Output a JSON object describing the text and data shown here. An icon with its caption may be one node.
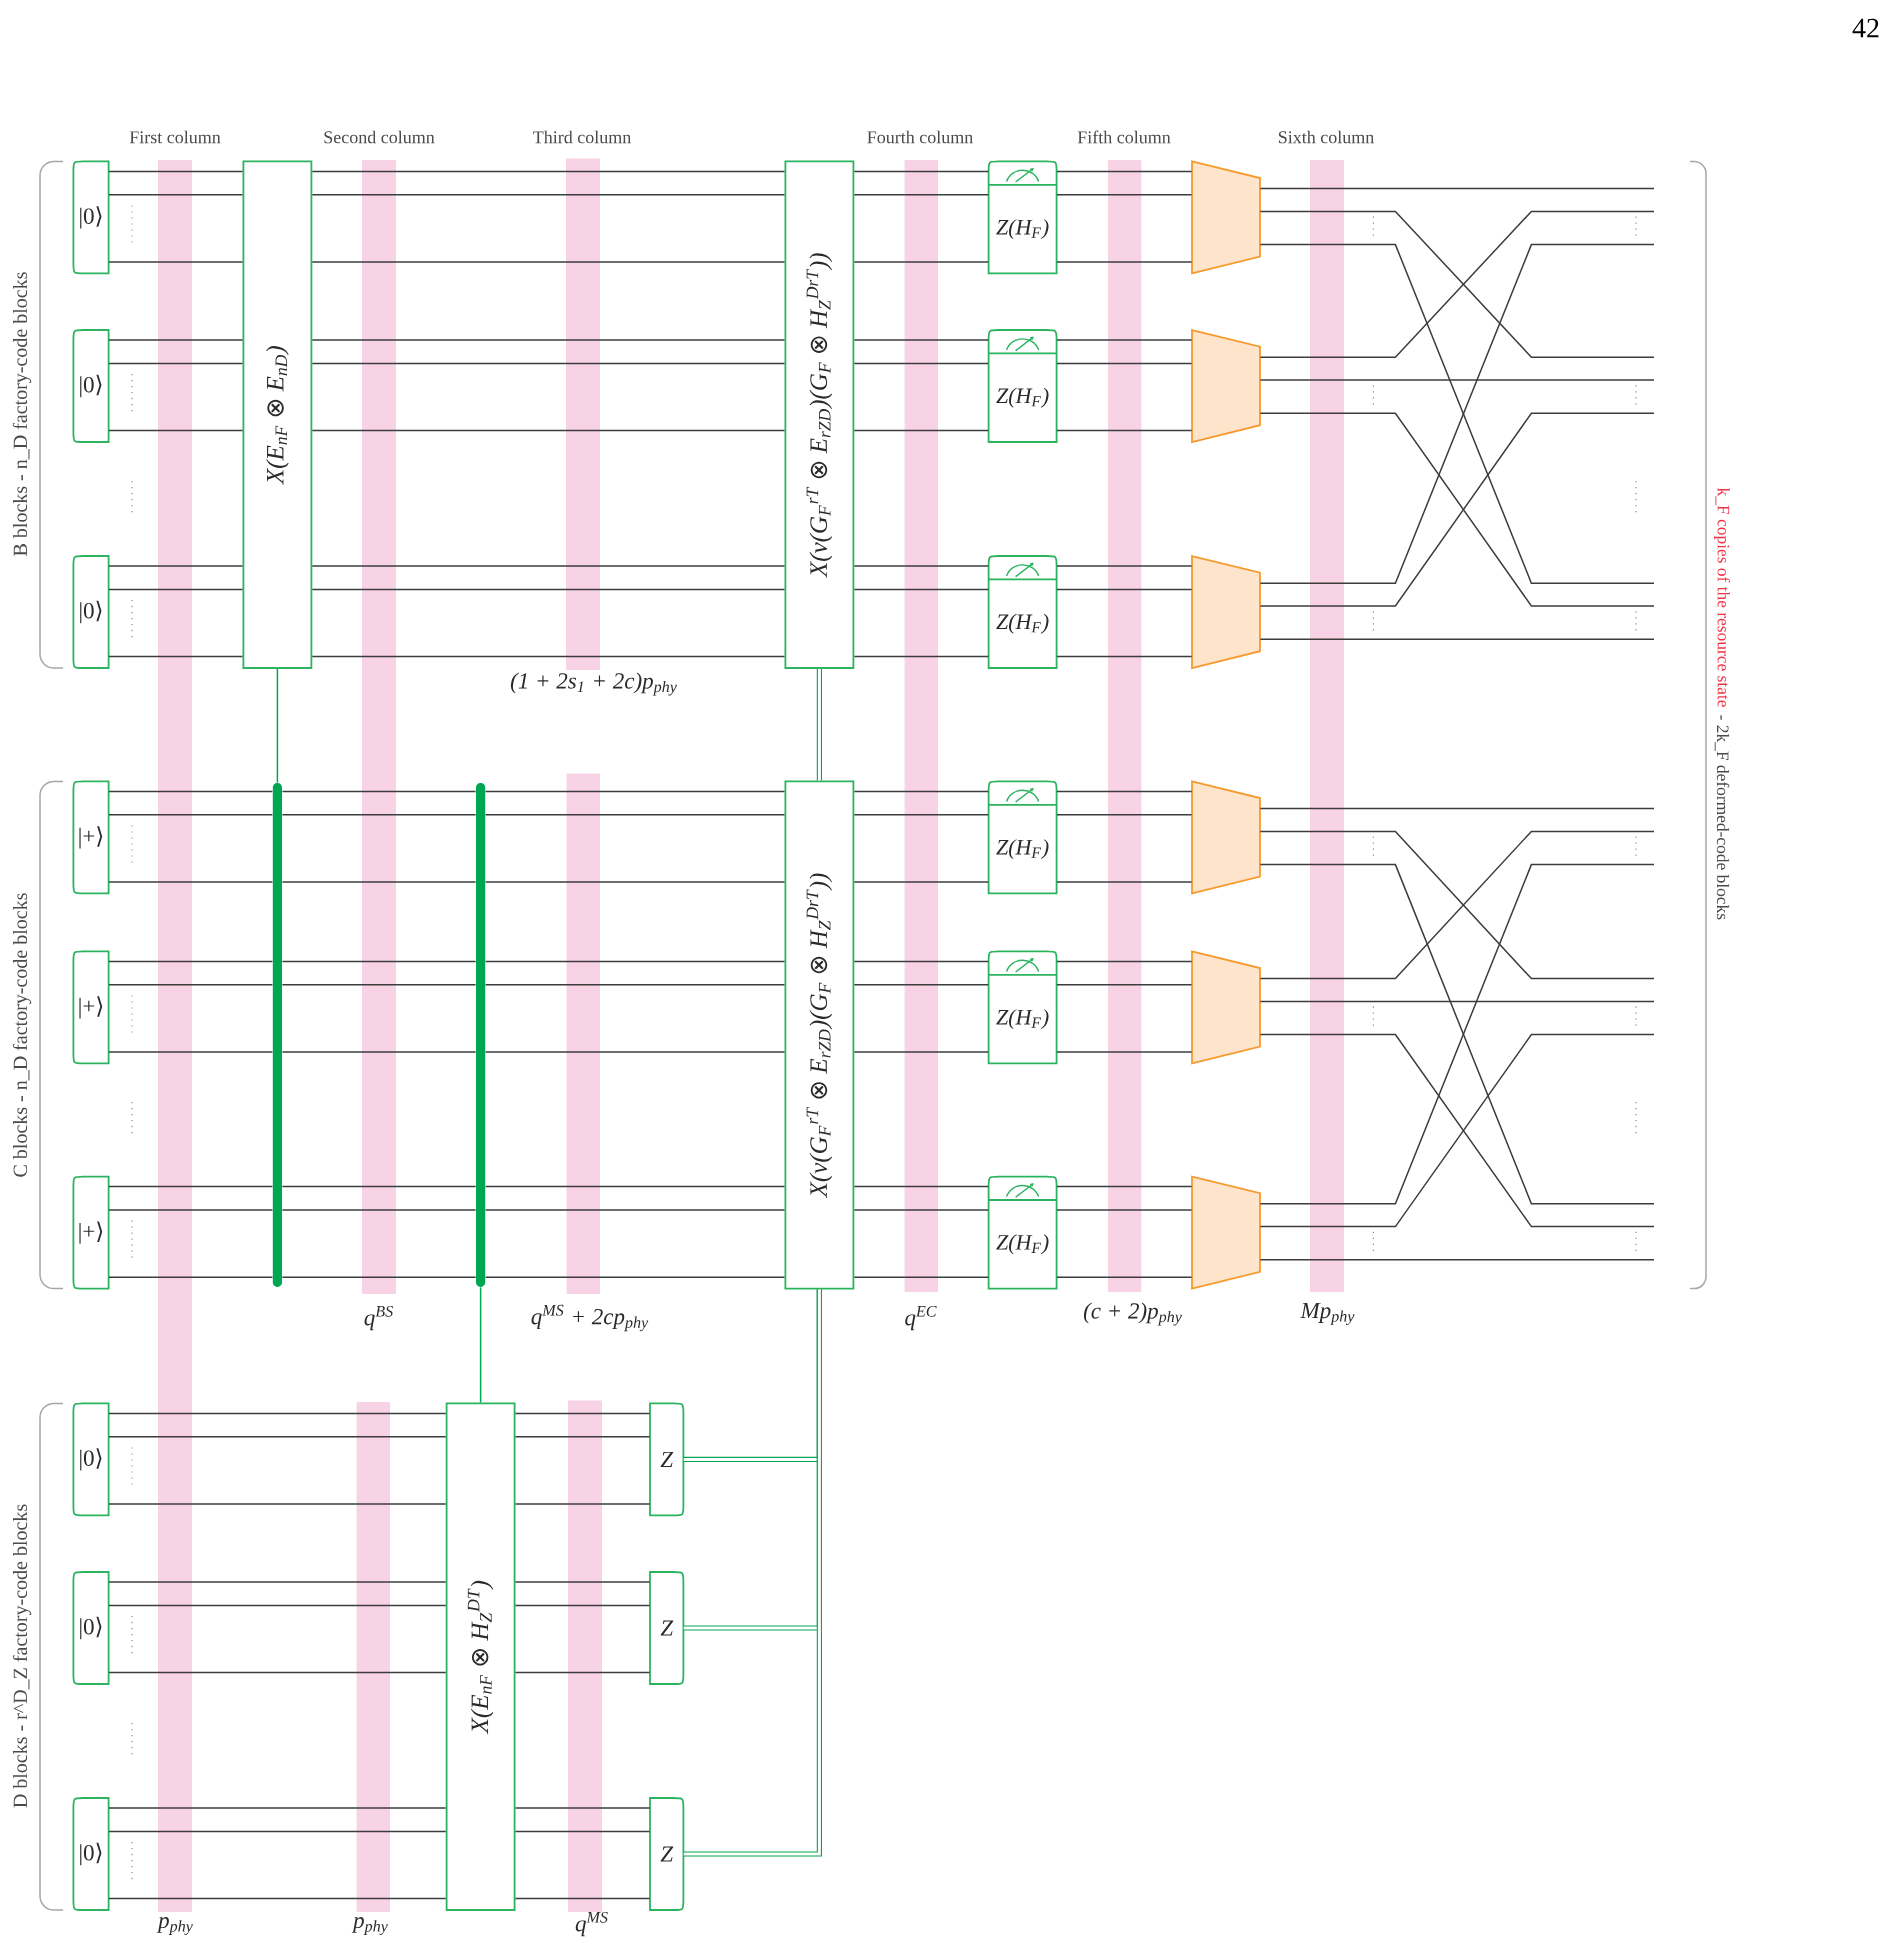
{
  "diagram": {
    "nodes": [
      {
        "text": [
          "|0⟩"
        ]
      },
      {
        "text": [
          "|0⟩"
        ]
      },
      {
        "text": [
          "|0⟩"
        ]
      },
      {
        "text": [
          "X(E$_{nF}$ ⊗ E$_{nD}$)"
        ]
      },
      {
        "text": [
          "X(v(G$_{F}$$^{rT}$ ⊗ E$_{rZD}$)(G$_{F}$ ⊗ H$_{Z}$$^{DrT}$))"
        ]
      },
      {
        "text": [
          "Z(H$_{F}$)"
        ]
      },
      {
        "text": [
          "Z(H$_{F}$)"
        ]
      },
      {
        "text": [
          "Z(H$_{F}$)"
        ]
      },
      {
        "text": [],
        "shape": "trapezoid"
      },
      {
        "text": [],
        "shape": "trapezoid"
      },
      {
        "text": [],
        "shape": "trapezoid"
      },
      {
        "text": [
          "|+⟩"
        ]
      },
      {
        "text": [
          "|+⟩"
        ]
      },
      {
        "text": [
          "|+⟩"
        ]
      },
      {
        "text": [],
        "shape": "bar"
      },
      {
        "text": [],
        "shape": "bar"
      },
      {
        "text": [
          "X(v(G$_{F}$$^{rT}$ ⊗ E$_{rZD}$)(G$_{F}$ ⊗ H$_{Z}$$^{DrT}$))"
        ]
      },
      {
        "text": [
          "Z(H$_{F}$)"
        ]
      },
      {
        "text": [
          "Z(H$_{F}$)"
        ]
      },
      {
        "text": [
          "Z(H$_{F}$)"
        ]
      },
      {
        "text": [],
        "shape": "trapezoid"
      },
      {
        "text": [],
        "shape": "trapezoid"
      },
      {
        "text": [],
        "shape": "trapezoid"
      },
      {
        "text": [
          "|0⟩"
        ]
      },
      {
        "text": [
          "|0⟩"
        ]
      },
      {
        "text": [
          "|0⟩"
        ]
      },
      {
        "text": [
          "X(E$_{nF}$ ⊗ H$_{Z}$$^{DT}$)"
        ]
      },
      {
        "text": [
          "Z"
        ]
      },
      {
        "text": [
          "Z"
        ]
      },
      {
        "text": [
          "Z"
        ]
      }
    ],
    "edges": [
      {
        "from": 0,
        "to": 3,
        "arrow": "none"
      },
      {
        "from": 0,
        "to": 3,
        "arrow": "none"
      },
      {
        "from": 0,
        "to": 3,
        "arrow": "none"
      },
      {
        "from": 1,
        "to": 3,
        "arrow": "none"
      },
      {
        "from": 1,
        "to": 3,
        "arrow": "none"
      },
      {
        "from": 1,
        "to": 3,
        "arrow": "none"
      },
      {
        "from": 2,
        "to": 3,
        "arrow": "none"
      },
      {
        "from": 2,
        "to": 3,
        "arrow": "none"
      },
      {
        "from": 2,
        "to": 3,
        "arrow": "none"
      },
      {
        "from": 3,
        "to": 4,
        "arrow": "none"
      },
      {
        "from": 3,
        "to": 4,
        "arrow": "none"
      },
      {
        "from": 3,
        "to": 4,
        "arrow": "none"
      },
      {
        "from": 3,
        "to": 4,
        "arrow": "none"
      },
      {
        "from": 3,
        "to": 4,
        "arrow": "none"
      },
      {
        "from": 3,
        "to": 4,
        "arrow": "none"
      },
      {
        "from": 3,
        "to": 4,
        "arrow": "none"
      },
      {
        "from": 3,
        "to": 4,
        "arrow": "none"
      },
      {
        "from": 3,
        "to": 4,
        "arrow": "none"
      },
      {
        "from": 4,
        "to": 5,
        "arrow": "none"
      },
      {
        "from": 4,
        "to": 5,
        "arrow": "none"
      },
      {
        "from": 4,
        "to": 5,
        "arrow": "none"
      },
      {
        "from": 4,
        "to": 6,
        "arrow": "none"
      },
      {
        "from": 4,
        "to": 6,
        "arrow": "none"
      },
      {
        "from": 4,
        "to": 6,
        "arrow": "none"
      },
      {
        "from": 4,
        "to": 7,
        "arrow": "none"
      },
      {
        "from": 4,
        "to": 7,
        "arrow": "none"
      },
      {
        "from": 4,
        "to": 7,
        "arrow": "none"
      },
      {
        "from": 5,
        "to": 8,
        "arrow": "none"
      },
      {
        "from": 5,
        "to": 8,
        "arrow": "none"
      },
      {
        "from": 5,
        "to": 8,
        "arrow": "none"
      },
      {
        "from": 6,
        "to": 9,
        "arrow": "none"
      },
      {
        "from": 6,
        "to": 9,
        "arrow": "none"
      },
      {
        "from": 6,
        "to": 9,
        "arrow": "none"
      },
      {
        "from": 7,
        "to": 10,
        "arrow": "none"
      },
      {
        "from": 7,
        "to": 10,
        "arrow": "none"
      },
      {
        "from": 7,
        "to": 10,
        "arrow": "none"
      },
      {
        "from": 8,
        "to": null,
        "arrow": "none"
      },
      {
        "from": 8,
        "to": null,
        "arrow": "none"
      },
      {
        "from": 8,
        "to": null,
        "arrow": "none"
      },
      {
        "from": 9,
        "to": null,
        "arrow": "none"
      },
      {
        "from": 9,
        "to": null,
        "arrow": "none"
      },
      {
        "from": 9,
        "to": null,
        "arrow": "none"
      },
      {
        "from": 10,
        "to": null,
        "arrow": "none"
      },
      {
        "from": 10,
        "to": null,
        "arrow": "none"
      },
      {
        "from": 10,
        "to": null,
        "arrow": "none"
      },
      {
        "from": 11,
        "to": 14,
        "arrow": "none"
      },
      {
        "from": 11,
        "to": 14,
        "arrow": "none"
      },
      {
        "from": 11,
        "to": 14,
        "arrow": "none"
      },
      {
        "from": 12,
        "to": 14,
        "arrow": "none"
      },
      {
        "from": 12,
        "to": 14,
        "arrow": "none"
      },
      {
        "from": 12,
        "to": 14,
        "arrow": "none"
      },
      {
        "from": 13,
        "to": 14,
        "arrow": "none"
      },
      {
        "from": 13,
        "to": 14,
        "arrow": "none"
      },
      {
        "from": 13,
        "to": 14,
        "arrow": "none"
      },
      {
        "from": 14,
        "to": 15,
        "arrow": "none"
      },
      {
        "from": 14,
        "to": 15,
        "arrow": "none"
      },
      {
        "from": 14,
        "to": 15,
        "arrow": "none"
      },
      {
        "from": 14,
        "to": 15,
        "arrow": "none"
      },
      {
        "from": 14,
        "to": 15,
        "arrow": "none"
      },
      {
        "from": 14,
        "to": 15,
        "arrow": "none"
      },
      {
        "from": 14,
        "to": 15,
        "arrow": "none"
      },
      {
        "from": 14,
        "to": 15,
        "arrow": "none"
      },
      {
        "from": 14,
        "to": 15,
        "arrow": "none"
      },
      {
        "from": 15,
        "to": 16,
        "arrow": "none"
      },
      {
        "from": 15,
        "to": 16,
        "arrow": "none"
      },
      {
        "from": 15,
        "to": 16,
        "arrow": "none"
      },
      {
        "from": 15,
        "to": 16,
        "arrow": "none"
      },
      {
        "from": 15,
        "to": 16,
        "arrow": "none"
      },
      {
        "from": 15,
        "to": 16,
        "arrow": "none"
      },
      {
        "from": 15,
        "to": 16,
        "arrow": "none"
      },
      {
        "from": 15,
        "to": 16,
        "arrow": "none"
      },
      {
        "from": 15,
        "to": 16,
        "arrow": "none"
      },
      {
        "from": 16,
        "to": 17,
        "arrow": "none"
      },
      {
        "from": 16,
        "to": 17,
        "arrow": "none"
      },
      {
        "from": 16,
        "to": 17,
        "arrow": "none"
      },
      {
        "from": 16,
        "to": 18,
        "arrow": "none"
      },
      {
        "from": 16,
        "to": 18,
        "arrow": "none"
      },
      {
        "from": 16,
        "to": 18,
        "arrow": "none"
      },
      {
        "from": 16,
        "to": 19,
        "arrow": "none"
      },
      {
        "from": 16,
        "to": 19,
        "arrow": "none"
      },
      {
        "from": 16,
        "to": 19,
        "arrow": "none"
      },
      {
        "from": 17,
        "to": 20,
        "arrow": "none"
      },
      {
        "from": 17,
        "to": 20,
        "arrow": "none"
      },
      {
        "from": 17,
        "to": 20,
        "arrow": "none"
      },
      {
        "from": 18,
        "to": 21,
        "arrow": "none"
      },
      {
        "from": 18,
        "to": 21,
        "arrow": "none"
      },
      {
        "from": 18,
        "to": 21,
        "arrow": "none"
      },
      {
        "from": 19,
        "to": 22,
        "arrow": "none"
      },
      {
        "from": 19,
        "to": 22,
        "arrow": "none"
      },
      {
        "from": 19,
        "to": 22,
        "arrow": "none"
      },
      {
        "from": 20,
        "to": null,
        "arrow": "none"
      },
      {
        "from": 20,
        "to": null,
        "arrow": "none"
      },
      {
        "from": 20,
        "to": null,
        "arrow": "none"
      },
      {
        "from": 21,
        "to": null,
        "arrow": "none"
      },
      {
        "from": 21,
        "to": null,
        "arrow": "none"
      },
      {
        "from": 21,
        "to": null,
        "arrow": "none"
      },
      {
        "from": 22,
        "to": null,
        "arrow": "none"
      },
      {
        "from": 22,
        "to": null,
        "arrow": "none"
      },
      {
        "from": 22,
        "to": null,
        "arrow": "none"
      },
      {
        "from": 23,
        "to": 26,
        "arrow": "none"
      },
      {
        "from": 23,
        "to": 26,
        "arrow": "none"
      },
      {
        "from": 23,
        "to": 26,
        "arrow": "none"
      },
      {
        "from": 24,
        "to": 26,
        "arrow": "none"
      },
      {
        "from": 24,
        "to": 26,
        "arrow": "none"
      },
      {
        "from": 24,
        "to": 26,
        "arrow": "none"
      },
      {
        "from": 25,
        "to": 26,
        "arrow": "none"
      },
      {
        "from": 25,
        "to": 26,
        "arrow": "none"
      },
      {
        "from": 25,
        "to": 26,
        "arrow": "none"
      },
      {
        "from": 26,
        "to": 27,
        "arrow": "none"
      },
      {
        "from": 26,
        "to": 27,
        "arrow": "none"
      },
      {
        "from": 26,
        "to": 27,
        "arrow": "none"
      },
      {
        "from": 26,
        "to": 28,
        "arrow": "none"
      },
      {
        "from": 26,
        "to": 28,
        "arrow": "none"
      },
      {
        "from": 26,
        "to": 28,
        "arrow": "none"
      },
      {
        "from": 26,
        "to": 29,
        "arrow": "none"
      },
      {
        "from": 26,
        "to": 29,
        "arrow": "none"
      },
      {
        "from": 26,
        "to": 29,
        "arrow": "none"
      },
      {
        "from": 3,
        "to": 14,
        "arrow": "none",
        "color": "#00a651"
      },
      {
        "from": 15,
        "to": 26,
        "arrow": "none",
        "color": "#00a651"
      },
      {
        "from": 27,
        "to": 16,
        "arrow": "none",
        "style": "thick",
        "color": "#00a651"
      },
      {
        "from": 28,
        "to": 16,
        "arrow": "none",
        "style": "thick",
        "color": "#00a651"
      },
      {
        "from": 29,
        "to": 16,
        "arrow": "none",
        "style": "thick",
        "color": "#00a651"
      },
      {
        "from": 16,
        "to": 4,
        "arrow": "none",
        "style": "thick",
        "color": "#00a651"
      }
    ],
    "labels": [
      "42",
      "First column",
      "Second column",
      "Third column",
      "Fourth column",
      "Fifth column",
      "Sixth column",
      "B blocks - n_D factory-code blocks",
      "(1 + 2s$_{1}$ + 2c)p$_{phy}$",
      "k_F copies of the resource state",
      "- 2k_F deformed-code blocks",
      "C blocks - n_D factory-code blocks",
      "q$^{BS}$",
      "q$^{MS}$ + 2cp$_{phy}$",
      "q$^{EC}$",
      "(c + 2)p$_{phy}$",
      "Mp$_{phy}$",
      "D blocks - r^D_Z factory-code blocks",
      "p$_{phy}$",
      "p$_{phy}$",
      "q$^{MS}$"
    ]
  }
}
